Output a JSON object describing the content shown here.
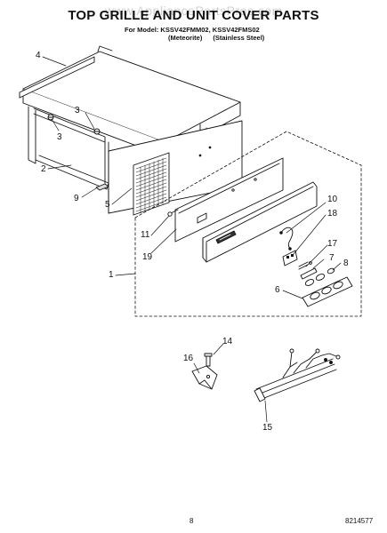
{
  "watermark": "www.AppliancePartsPros.com",
  "title": "TOP GRILLE AND UNIT COVER PARTS",
  "models": {
    "prefix": "For Model:",
    "numbers": "KSSV42FMM02, KSSV42FMS02",
    "finish_1": "(Meteorite)",
    "finish_2": "(Stainless Steel)"
  },
  "callouts": {
    "c1": "1",
    "c2": "2",
    "c3a": "3",
    "c3b": "3",
    "c4": "4",
    "c5": "5",
    "c6": "6",
    "c7": "7",
    "c8": "8",
    "c9": "9",
    "c10": "10",
    "c11": "11",
    "c14": "14",
    "c15": "15",
    "c16": "16",
    "c17": "17",
    "c18": "18",
    "c19": "19"
  },
  "footer": {
    "page_number": "8",
    "doc_number": "8214577"
  },
  "colors": {
    "ink": "#111111",
    "watermark": "#999999"
  }
}
